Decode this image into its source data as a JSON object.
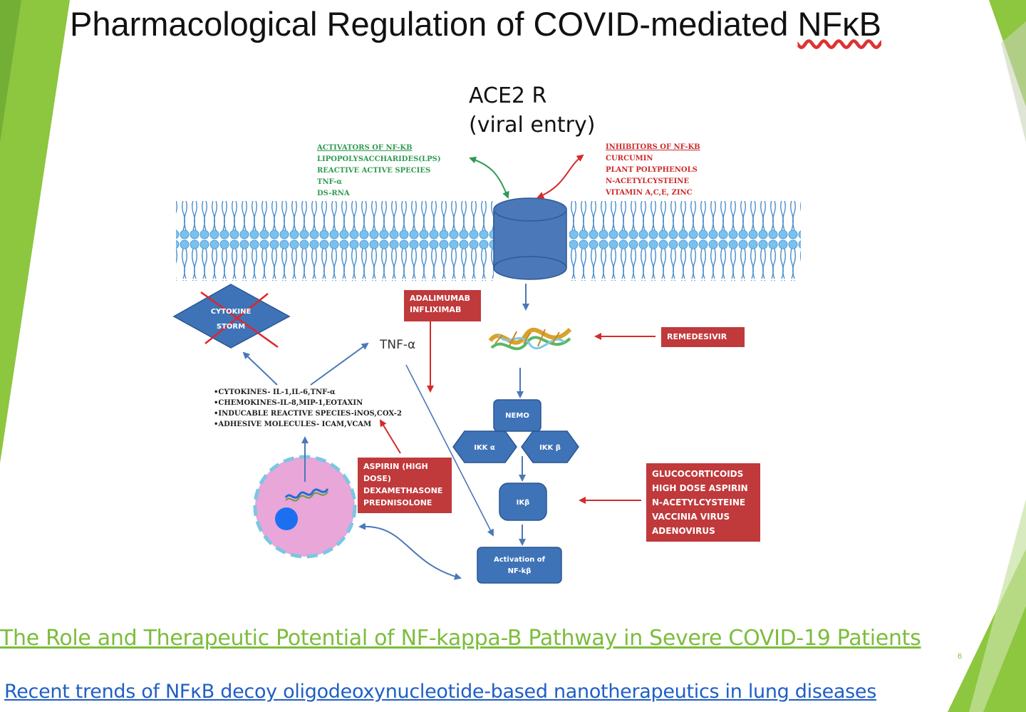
{
  "title": {
    "main": "Pharmacological Regulation of COVID-mediated ",
    "nfkb": "NFκB"
  },
  "receptor": {
    "line1": "ACE2 R",
    "line2": "(viral entry)"
  },
  "activators": {
    "heading": "ACTIVATORS OF NF-KB",
    "items": [
      "LIPOPOLYSACCHARIDES(LPS)",
      "REACTIVE ACTIVE SPECIES",
      "TNF-α",
      "DS-RNA"
    ]
  },
  "inhibitors": {
    "heading": "INHIBITORS OF NF-KB",
    "items": [
      "CURCUMIN",
      "PLANT POLYPHENOLS",
      "N-ACETYLCYSTEINE",
      "VITAMIN A,C,E, ZINC"
    ]
  },
  "drugs": {
    "anti_tnf": [
      "ADALIMUMAB",
      "INFLIXIMAB"
    ],
    "antiviral": [
      "REMEDESIVIR"
    ],
    "steroids": [
      "ASPIRIN (HIGH",
      "DOSE)",
      "DEXAMETHASONE",
      "PREDNISOLONE"
    ],
    "ikb_agents": [
      "GLUCOCORTICOIDS",
      "HIGH DOSE ASPIRIN",
      "N-ACETYLCYSTEINE",
      "VACCINIA VIRUS",
      "ADENOVIRUS"
    ]
  },
  "mediators": [
    "•CYTOKINES- IL-1,IL-6,TNF-α",
    "•CHEMOKINES-IL-8,MIP-1,EOTAXIN",
    "•INDUCABLE REACTIVE SPECIES-iNOS,COX-2",
    "•ADHESIVE MOLECULES- ICAM,VCAM"
  ],
  "nodes": {
    "tnf": "TNF-α",
    "storm_line1": "CYTOKINE",
    "storm_line2": "STORM",
    "nemo": "NEMO",
    "ikk_a": "IKK α",
    "ikk_b": "IKK β",
    "ikb": "IKβ",
    "activation_line1": "Activation of",
    "activation_line2": "NF-kβ"
  },
  "references": {
    "ref1": "The Role and Therapeutic Potential of NF-kappa-B Pathway in Severe COVID-19 Patients",
    "ref2": "Recent trends of NFκB decoy oligodeoxynucleotide-based nanotherapeutics in lung diseases"
  },
  "page_number": "6",
  "colors": {
    "accent_green": "#7cbd3c",
    "activator_green": "#2f9a52",
    "inhibitor_red": "#cc2a2a",
    "node_blue": "#3f73b8",
    "drug_box_red": "#c0393b",
    "link_blue": "#1f5fc4"
  }
}
